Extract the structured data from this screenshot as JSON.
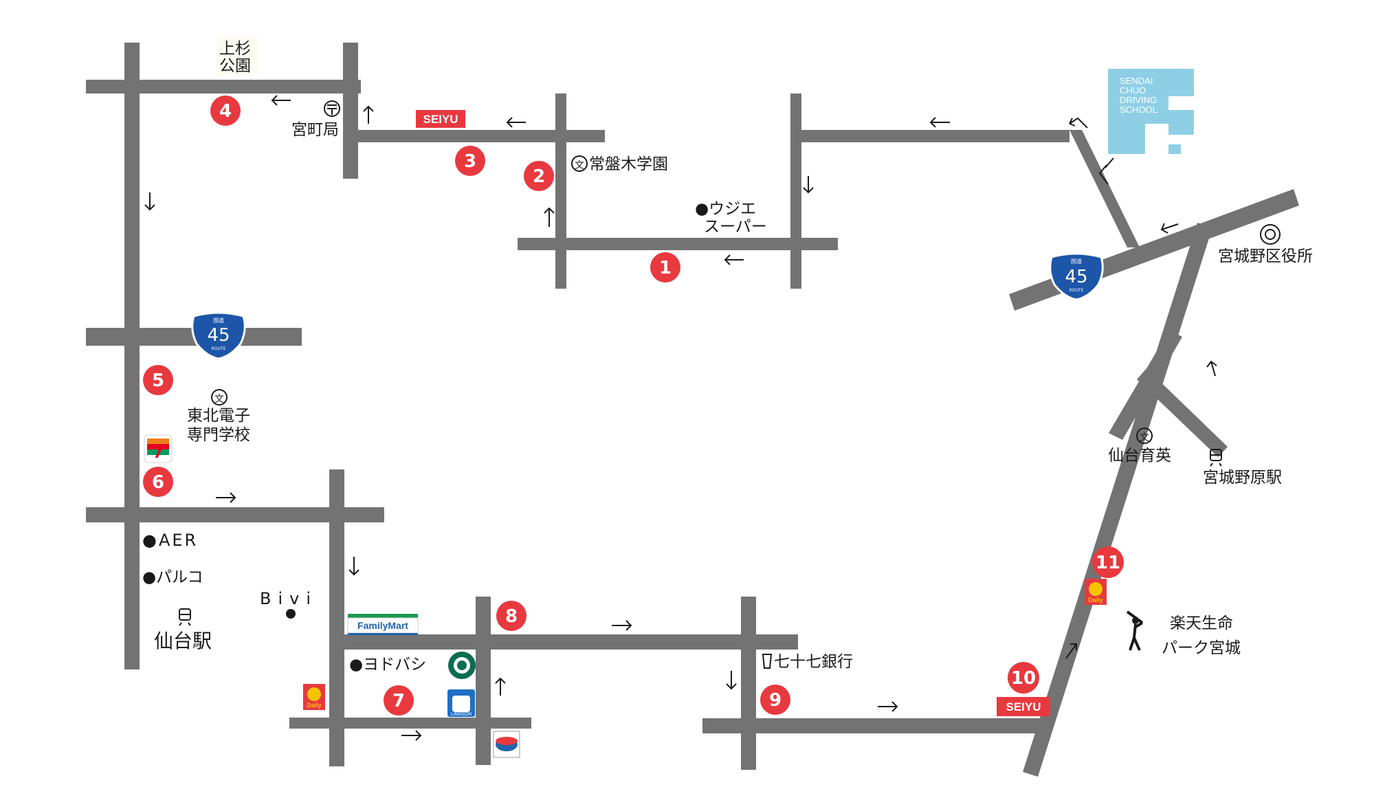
{
  "map": {
    "colors": {
      "road": "#737373",
      "pin": "#e8393f",
      "route_shield": "#1d56a8",
      "school_logo": "#8ecfe6"
    },
    "stops": [
      "1",
      "2",
      "3",
      "4",
      "5",
      "6",
      "7",
      "8",
      "9",
      "10",
      "11"
    ],
    "route_number": "45",
    "shield_top": "国道",
    "shield_bottom": "ROUTE",
    "brand": {
      "seiyu": "SEIYU",
      "familymart": "FamilyMart",
      "daily": "Daily",
      "lawson": "LAWSON"
    },
    "school": {
      "line1": "SENDAI",
      "line2": "CHUO",
      "line3": "DRIVING",
      "line4": "SCHOOL"
    },
    "places": {
      "uesugi_park_1": "上杉",
      "uesugi_park_2": "公園",
      "miyamachi_post": "宮町局",
      "tokiwagi": "常盤木学園",
      "ujie_1": "●ウジエ",
      "ujie_2": "スーパー",
      "miyagino_ward_office": "宮城野区役所",
      "tohoku_denshi_1": "東北電子",
      "tohoku_denshi_2": "専門学校",
      "aer": "●AER",
      "parco": "●パルコ",
      "bivi": "Bivi",
      "sendai_station": "仙台駅",
      "yodobashi": "●ヨドバシ",
      "bank_77": "七十七銀行",
      "sendai_ikuei": "仙台育英",
      "miyaginohara_station": "宮城野原駅",
      "rakuten_1": "楽天生命",
      "rakuten_2": "パーク宮城"
    }
  }
}
